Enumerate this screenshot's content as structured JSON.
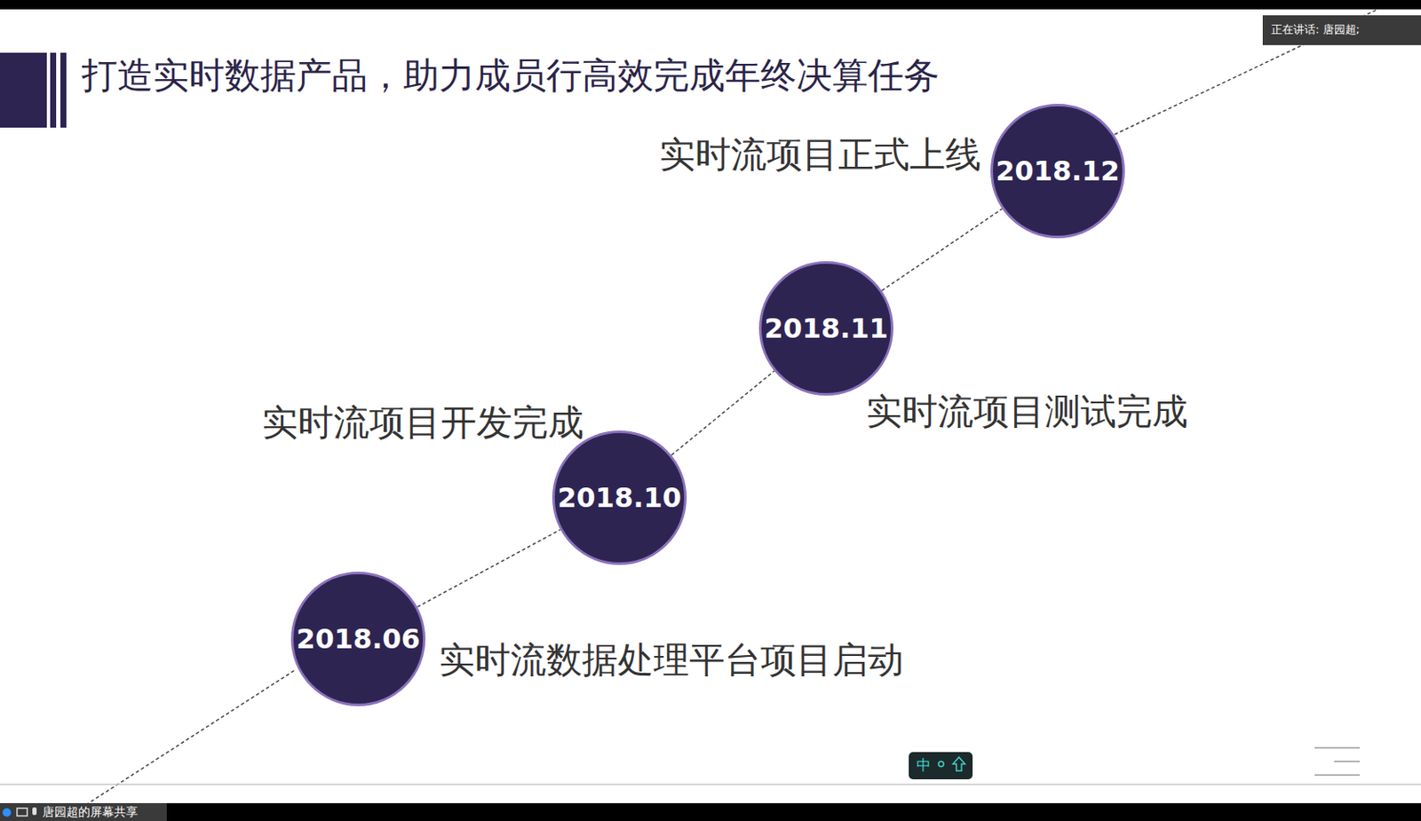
{
  "diagram": {
    "title": "打造实时数据产品，助力成员行高效完成年终决算任务",
    "nodes": [
      {
        "text": [
          "2018.06",
          "实时流数据处理平台项目启动"
        ]
      },
      {
        "text": [
          "2018.10",
          "实时流项目开发完成"
        ]
      },
      {
        "text": [
          "2018.11",
          "实时流项目测试完成"
        ]
      },
      {
        "text": [
          "2018.12",
          "实时流项目正式上线"
        ]
      }
    ],
    "edges": [
      {
        "from": 0,
        "to": 1,
        "arrow": "none"
      },
      {
        "from": 1,
        "to": 2,
        "arrow": "none"
      },
      {
        "from": 2,
        "to": 3,
        "arrow": "none"
      }
    ],
    "labels": [
      "正在讲话: 唐园超;",
      "中",
      "唐园超的屏幕共享"
    ]
  }
}
